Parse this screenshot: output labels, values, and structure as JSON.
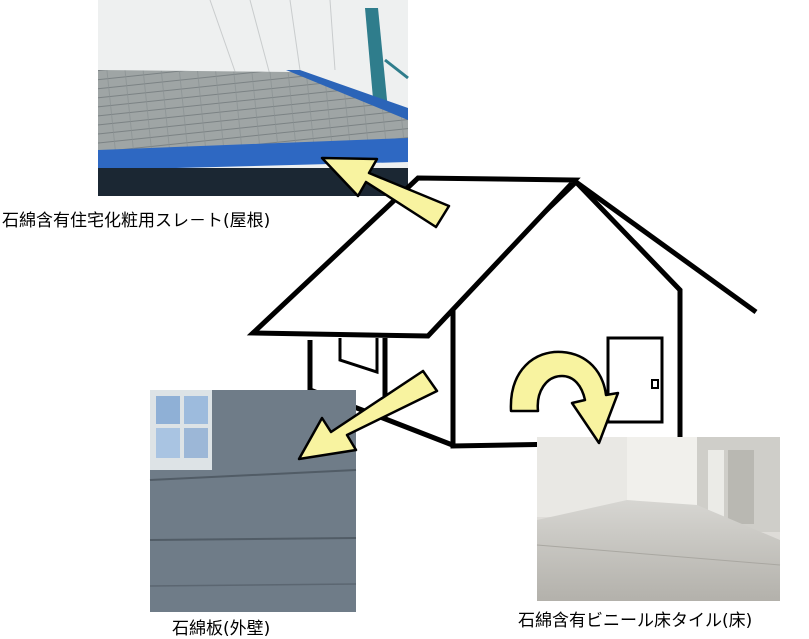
{
  "captions": {
    "roof": "石綿含有住宅化粧用スレ－ト(屋根)",
    "wall": "石綿板(外壁)",
    "floor": "石綿含有ビニール床タイル(床)"
  },
  "colors": {
    "arrow_fill": "#f8f3a0",
    "house_line": "#000000",
    "roof_photo_bg": "#b9bdbf",
    "wall_photo_bg": "#6e7b86",
    "floor_photo_bg": "#c8c7c2"
  }
}
